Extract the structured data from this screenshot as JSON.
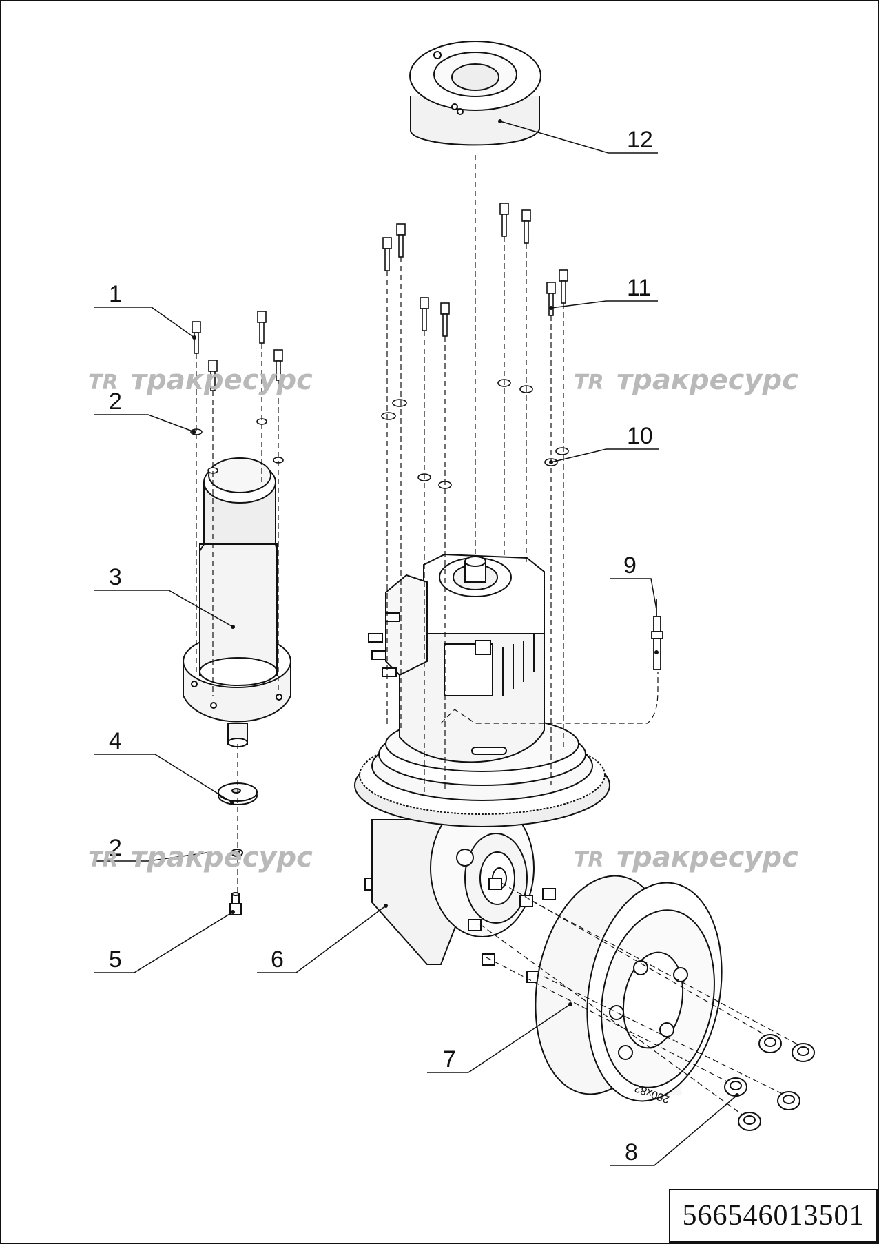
{
  "callouts": {
    "c1": "1",
    "c2a": "2",
    "c2b": "2",
    "c3": "3",
    "c4": "4",
    "c5": "5",
    "c6": "6",
    "c7": "7",
    "c8": "8",
    "c9": "9",
    "c10": "10",
    "c11": "11",
    "c12": "12"
  },
  "watermark": {
    "logo": "TR",
    "text": "тракресурс"
  },
  "drawing_number": "566546013501",
  "tire_marking": "250x82",
  "colors": {
    "line": "#111111",
    "watermark": "#b9b9b9"
  }
}
